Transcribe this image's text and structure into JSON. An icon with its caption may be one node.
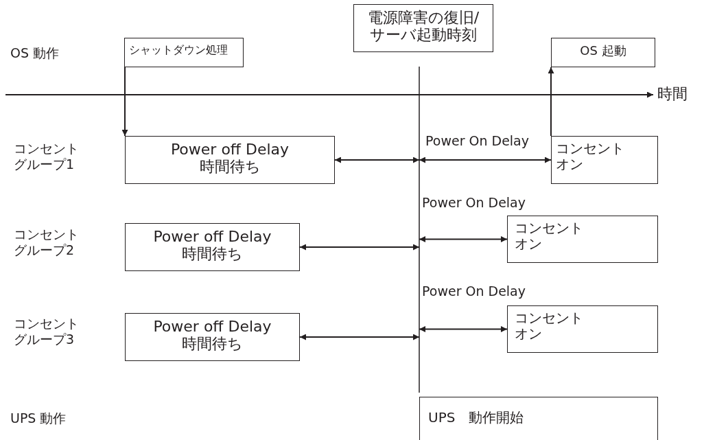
{
  "diagram": {
    "nodes": [
      {
        "text": [
          "電源障害の復旧/サーバ起動時刻"
        ]
      },
      {
        "text": [
          "シャットダウン処理"
        ]
      },
      {
        "text": [
          "OS 起動"
        ]
      },
      {
        "text": [
          "Power off Delay 時間待ち"
        ]
      },
      {
        "text": [
          "コンセントオン"
        ]
      },
      {
        "text": [
          "Power off Delay 時間待ち"
        ]
      },
      {
        "text": [
          "コンセントオン"
        ]
      },
      {
        "text": [
          "Power off Delay 時間待ち"
        ]
      },
      {
        "text": [
          "コンセントオン"
        ]
      },
      {
        "text": [
          "UPS　動作開始"
        ]
      }
    ],
    "edges": [
      {
        "from": 1,
        "to": 3,
        "arrow": "to"
      },
      {
        "from": 4,
        "to": 2,
        "arrow": "to"
      },
      {
        "from": 3,
        "to": null,
        "arrow": "both"
      },
      {
        "from": null,
        "to": 4,
        "arrow": "both",
        "label": "Power On Delay"
      },
      {
        "from": 5,
        "to": null,
        "arrow": "both"
      },
      {
        "from": null,
        "to": 6,
        "arrow": "both",
        "label": "Power On Delay"
      },
      {
        "from": 7,
        "to": null,
        "arrow": "both"
      },
      {
        "from": null,
        "to": 8,
        "arrow": "both",
        "label": "Power On Delay"
      }
    ],
    "labels": [
      "OS 動作",
      "時間",
      "コンセントグループ1",
      "コンセントグループ2",
      "コンセントグループ3",
      "UPS 動作"
    ]
  }
}
